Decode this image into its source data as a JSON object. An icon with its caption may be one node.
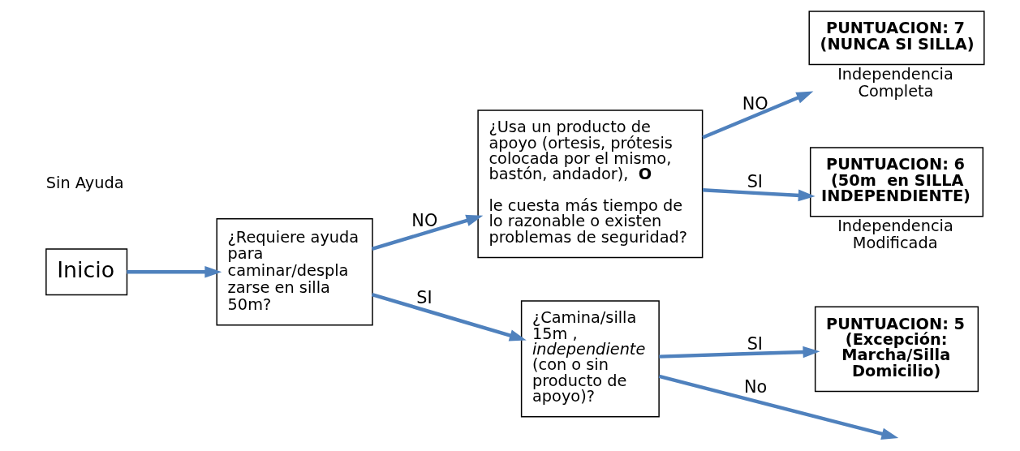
{
  "diagram": {
    "nodes": [
      {
        "text": [
          "Inicio"
        ]
      },
      {
        "text": [
          "¿Requiere ayuda para caminar/despla zarse en silla 50m?"
        ]
      },
      {
        "text": [
          "¿Usa un producto de apoyo (ortesis, prótesis colocada por el mismo, bastón, andador), **O**",
          "le cuesta más tiempo de lo razonable o existen problemas de seguridad?"
        ]
      },
      {
        "text": [
          "PUNTUACION: 7 (NUNCA SI SILLA)"
        ],
        "beside": [
          "Independencia Completa"
        ]
      },
      {
        "text": [
          "PUNTUACION: 6 (50m  en SILLA INDEPENDIENTE)"
        ],
        "beside": [
          "Independencia Modificada"
        ]
      },
      {
        "text": [
          "¿Camina/silla 15m , *independiente* (con o sin producto de apoyo)?"
        ]
      },
      {
        "text": [
          "PUNTUACION: 5 (Excepción: Marcha/Silla Domicilio)"
        ]
      }
    ],
    "edges": [
      {
        "from": 0,
        "to": 1,
        "arrow": "to"
      },
      {
        "from": 1,
        "to": 2,
        "arrow": "to",
        "label": "NO"
      },
      {
        "from": 2,
        "to": 3,
        "arrow": "to",
        "label": "NO"
      },
      {
        "from": 2,
        "to": 4,
        "arrow": "to",
        "label": "SI"
      },
      {
        "from": 1,
        "to": 5,
        "arrow": "to",
        "label": "SI"
      },
      {
        "from": 5,
        "to": 6,
        "arrow": "to",
        "label": "SI"
      },
      {
        "from": 5,
        "to": null,
        "arrow": "to",
        "label": "No"
      }
    ],
    "labels": [
      "Sin Ayuda"
    ]
  }
}
